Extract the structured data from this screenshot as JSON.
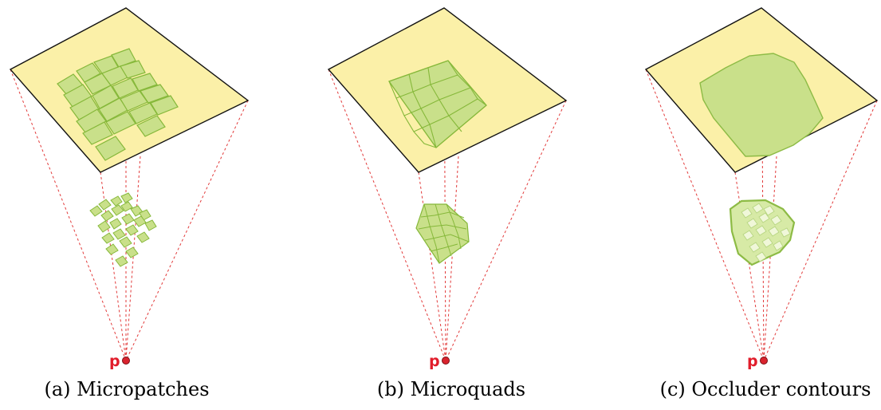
{
  "colors": {
    "plane_fill": "#fbf0a8",
    "plane_stroke": "#111111",
    "patch_fill": "#c9e08a",
    "patch_stroke": "#86b83a",
    "ray": "#e23a3a",
    "point": "#d9232e"
  },
  "panels": [
    {
      "id": "a",
      "caption": "(a) Micropatches",
      "point_label": "p"
    },
    {
      "id": "b",
      "caption": "(b) Microquads",
      "point_label": "p"
    },
    {
      "id": "c",
      "caption": "(c) Occluder contours",
      "point_label": "p"
    }
  ]
}
